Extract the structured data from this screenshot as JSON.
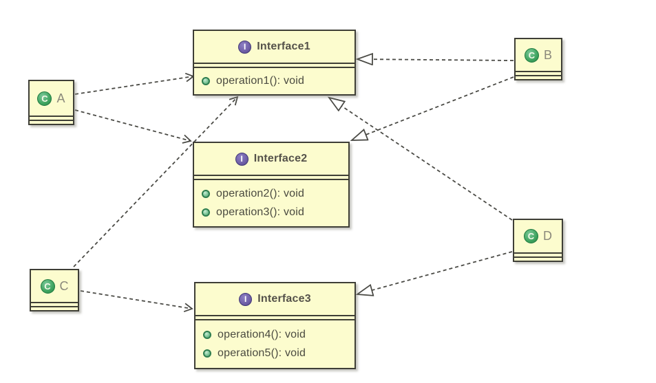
{
  "diagram": {
    "kind": "uml-class-diagram",
    "interfaces": [
      {
        "name": "Interface1",
        "operations": [
          "operation1(): void"
        ]
      },
      {
        "name": "Interface2",
        "operations": [
          "operation2(): void",
          "operation3(): void"
        ]
      },
      {
        "name": "Interface3",
        "operations": [
          "operation4(): void",
          "operation5(): void"
        ]
      }
    ],
    "classes": [
      {
        "name": "A"
      },
      {
        "name": "B"
      },
      {
        "name": "C"
      },
      {
        "name": "D"
      }
    ],
    "icons": {
      "interface_icon_letter": "I",
      "class_icon_letter": "C"
    },
    "edges": [
      {
        "from": "A",
        "to": "Interface1",
        "type": "dependency",
        "style": "dashed-open-arrow"
      },
      {
        "from": "A",
        "to": "Interface2",
        "type": "dependency",
        "style": "dashed-open-arrow"
      },
      {
        "from": "C",
        "to": "Interface1",
        "type": "dependency",
        "style": "dashed-open-arrow"
      },
      {
        "from": "C",
        "to": "Interface3",
        "type": "dependency",
        "style": "dashed-open-arrow"
      },
      {
        "from": "B",
        "to": "Interface1",
        "type": "realization",
        "style": "dashed-hollow-triangle"
      },
      {
        "from": "B",
        "to": "Interface2",
        "type": "realization",
        "style": "dashed-hollow-triangle"
      },
      {
        "from": "D",
        "to": "Interface1",
        "type": "realization",
        "style": "dashed-hollow-triangle"
      },
      {
        "from": "D",
        "to": "Interface3",
        "type": "realization",
        "style": "dashed-hollow-triangle"
      }
    ],
    "colors": {
      "canvas_bg": "#FFFFFF",
      "box_fill": "#FCFCCE",
      "box_border": "#3E3E36",
      "edge": "#4A4A45",
      "interface_icon_bg": "#6F5FA7",
      "class_icon_bg": "#3FA45F",
      "operation_icon": "#6FBF8F",
      "title_text": "#55524A",
      "operation_text": "#4A4A40",
      "class_letter_text": "#8A887B"
    }
  }
}
